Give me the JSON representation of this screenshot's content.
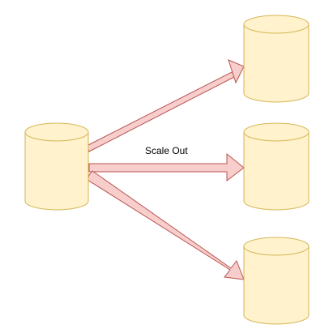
{
  "diagram": {
    "arrow_label": "Scale Out",
    "colors": {
      "cylinder_fill": "#fff2cc",
      "cylinder_stroke": "#d6b656",
      "arrow_fill": "#f8cecc",
      "arrow_stroke": "#b85450"
    },
    "nodes": [
      {
        "id": "source-db",
        "shape": "cylinder"
      },
      {
        "id": "target-db-1",
        "shape": "cylinder"
      },
      {
        "id": "target-db-2",
        "shape": "cylinder"
      },
      {
        "id": "target-db-3",
        "shape": "cylinder"
      }
    ],
    "edges": [
      {
        "from": "source-db",
        "to": "target-db-1",
        "style": "block-arrow"
      },
      {
        "from": "source-db",
        "to": "target-db-2",
        "style": "block-arrow"
      },
      {
        "from": "source-db",
        "to": "target-db-3",
        "style": "block-arrow"
      }
    ]
  }
}
